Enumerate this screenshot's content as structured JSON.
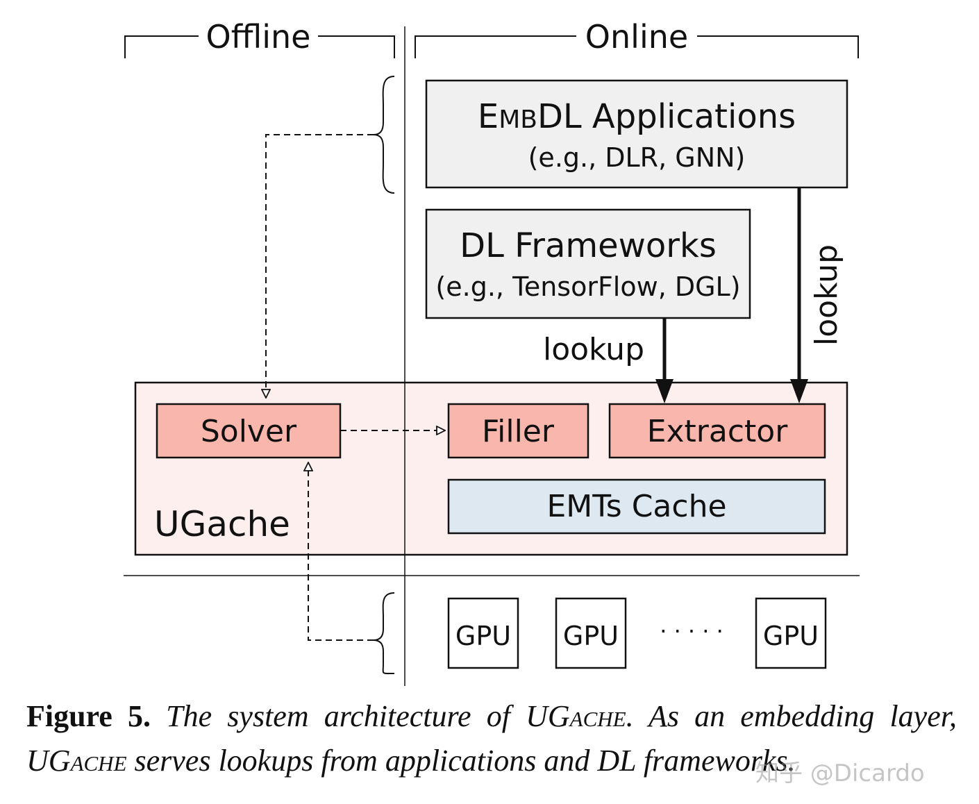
{
  "sections": {
    "offline": "Offline",
    "online": "Online"
  },
  "applications": {
    "prefix": "E",
    "smallcaps": "mb",
    "title_rest": "DL Applications",
    "subtitle": "(e.g., DLR, GNN)"
  },
  "frameworks": {
    "title": "DL Frameworks",
    "subtitle": "(e.g., TensorFlow, DGL)"
  },
  "arrows": {
    "lookup_frameworks": "lookup",
    "lookup_applications": "lookup"
  },
  "ugache": {
    "label": "UGache",
    "solver": "Solver",
    "filler": "Filler",
    "extractor": "Extractor",
    "cache": "EMTs Cache"
  },
  "gpus": [
    "GPU",
    "GPU",
    "GPU"
  ],
  "gpu_ellipsis": "· · · · ·",
  "caption": {
    "figure": "Figure 5.",
    "part1": "The system architecture of ",
    "ug1_a": "UG",
    "ug1_b": "ache",
    "part2": ". As an embedding layer, ",
    "ug2_a": "UG",
    "ug2_b": "ache",
    "part3": " serves lookups from applications and DL frameworks."
  },
  "watermark": "知乎 @Dicardo",
  "colors": {
    "gray_box": "#f0f0f0",
    "ugache_bg": "#fdefee",
    "component_fill": "#f9b6ad",
    "cache_fill": "#dde8f1",
    "line": "#111111"
  }
}
